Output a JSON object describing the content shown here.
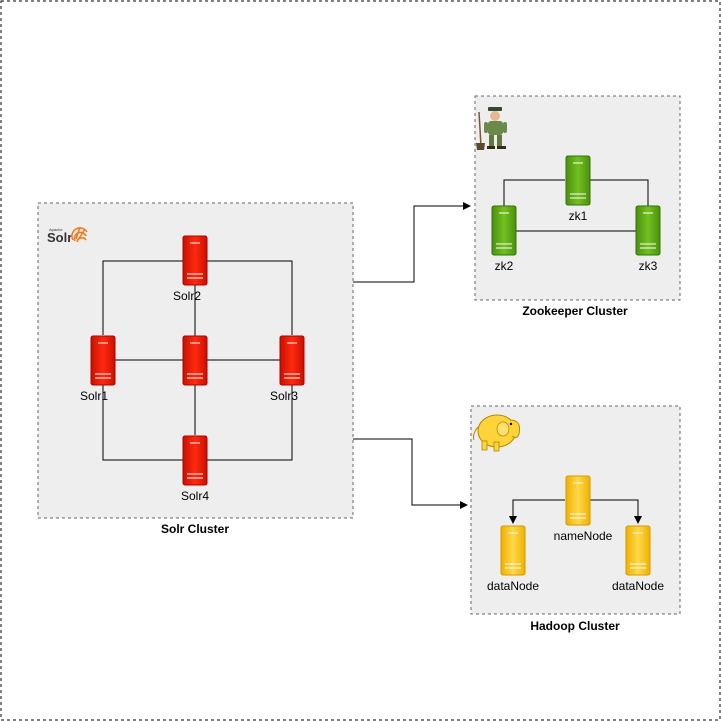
{
  "colors": {
    "solr_server": "#e51400",
    "solr_server_border": "#b20000",
    "zk_server": "#60a917",
    "zk_server_border": "#2d7600",
    "hadoop_server": "#ffcd28",
    "hadoop_server_border": "#d79b00",
    "cluster_fill": "#eeeeee",
    "cluster_border": "#666666",
    "line": "#000000"
  },
  "solr_cluster": {
    "label": "Solr Cluster",
    "logo_small_text": "Apache",
    "logo_text": "Solr",
    "nodes": {
      "solr1": "Solr1",
      "solr2": "Solr2",
      "solr3": "Solr3",
      "solr4": "Solr4"
    }
  },
  "zookeeper_cluster": {
    "label": "Zookeeper Cluster",
    "logo_icon": "zookeeper-keeper-icon",
    "nodes": {
      "zk1": "zk1",
      "zk2": "zk2",
      "zk3": "zk3"
    }
  },
  "hadoop_cluster": {
    "label": "Hadoop Cluster",
    "logo_icon": "hadoop-elephant-icon",
    "nodes": {
      "namenode": "nameNode",
      "datanode1": "dataNode",
      "datanode2": "dataNode"
    }
  }
}
